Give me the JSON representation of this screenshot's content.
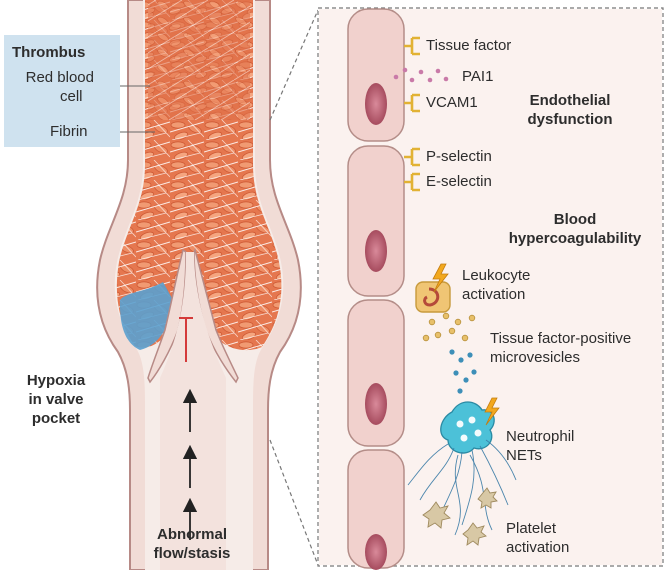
{
  "left_panel": {
    "legend": {
      "title": "Thrombus",
      "red_blood_cell": [
        "Red blood",
        "cell"
      ],
      "fibrin": "Fibrin"
    },
    "hypoxia": [
      "Hypoxia",
      "in valve",
      "pocket"
    ],
    "flow": [
      "Abnormal",
      "flow/stasis"
    ]
  },
  "right_panel": {
    "endothelial": {
      "items": [
        "Tissue factor",
        "PAI1",
        "VCAM1"
      ],
      "heading": [
        "Endothelial",
        "dysfunction"
      ]
    },
    "selectins": [
      "P-selectin",
      "E-selectin"
    ],
    "blood": {
      "heading": [
        "Blood",
        "hypercoagulability"
      ],
      "leukocyte": [
        "Leukocyte",
        "activation"
      ],
      "microvesicles": [
        "Tissue factor-positive",
        "microvesicles"
      ],
      "neutrophil": [
        "Neutrophil",
        "NETs"
      ],
      "platelet": [
        "Platelet",
        "activation"
      ]
    }
  },
  "colors": {
    "vessel_wall": "#f1dcd6",
    "wall_outline": "#b78a86",
    "lumen": "#f6ece8",
    "rbc_mass": "#e5774f",
    "hypoxia": "#5aa0cf",
    "nucleus": "#a84a5a",
    "receptor": "#e2b234",
    "pai_dot": "#c97aa8",
    "leukocyte": "#f0c574",
    "vesicle_gold": "#e8c06a",
    "vesicle_blue": "#3d8fb8",
    "neutrophil": "#4cc1d8",
    "net_line": "#3a7ba6",
    "platelet": "#d8c8a5",
    "inhibit": "#d43a3a",
    "panel_bg": "#f7e6e2",
    "legend_bg": "#cfe2ef"
  }
}
